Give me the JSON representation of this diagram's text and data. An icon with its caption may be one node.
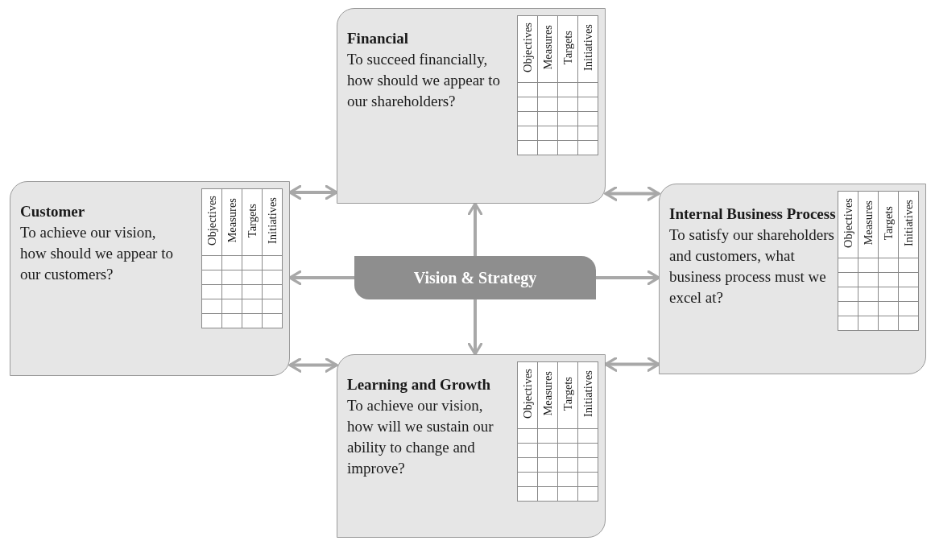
{
  "diagram": {
    "nodes": [
      {
        "text": [
          "Financial",
          "To succeed financially, how should we appear to our shareholders?",
          "Objectives",
          "Measures",
          "Targets",
          "Initiatives"
        ]
      },
      {
        "text": [
          "Customer",
          "To achieve our vision, how should we appear to our customers?",
          "Objectives",
          "Measures",
          "Targets",
          "Initiatives"
        ]
      },
      {
        "text": [
          "Vision & Strategy"
        ]
      },
      {
        "text": [
          "Internal Business Process",
          "To satisfy our shareholders and customers, what business process must we excel at?",
          "Objectives",
          "Measures",
          "Targets",
          "Initiatives"
        ]
      },
      {
        "text": [
          "Learning and Growth",
          "To achieve our vision, how will we sustain our ability to change and improve?",
          "Objectives",
          "Measures",
          "Targets",
          "Initiatives"
        ]
      }
    ],
    "edges": [
      {
        "from": 0,
        "to": 1,
        "arrow": "both"
      },
      {
        "from": 0,
        "to": 3,
        "arrow": "both"
      },
      {
        "from": 1,
        "to": 4,
        "arrow": "both"
      },
      {
        "from": 4,
        "to": 3,
        "arrow": "both"
      },
      {
        "from": 2,
        "to": 0,
        "arrow": "to"
      },
      {
        "from": 2,
        "to": 1,
        "arrow": "to"
      },
      {
        "from": 2,
        "to": 3,
        "arrow": "to"
      },
      {
        "from": 2,
        "to": 4,
        "arrow": "to"
      }
    ]
  }
}
